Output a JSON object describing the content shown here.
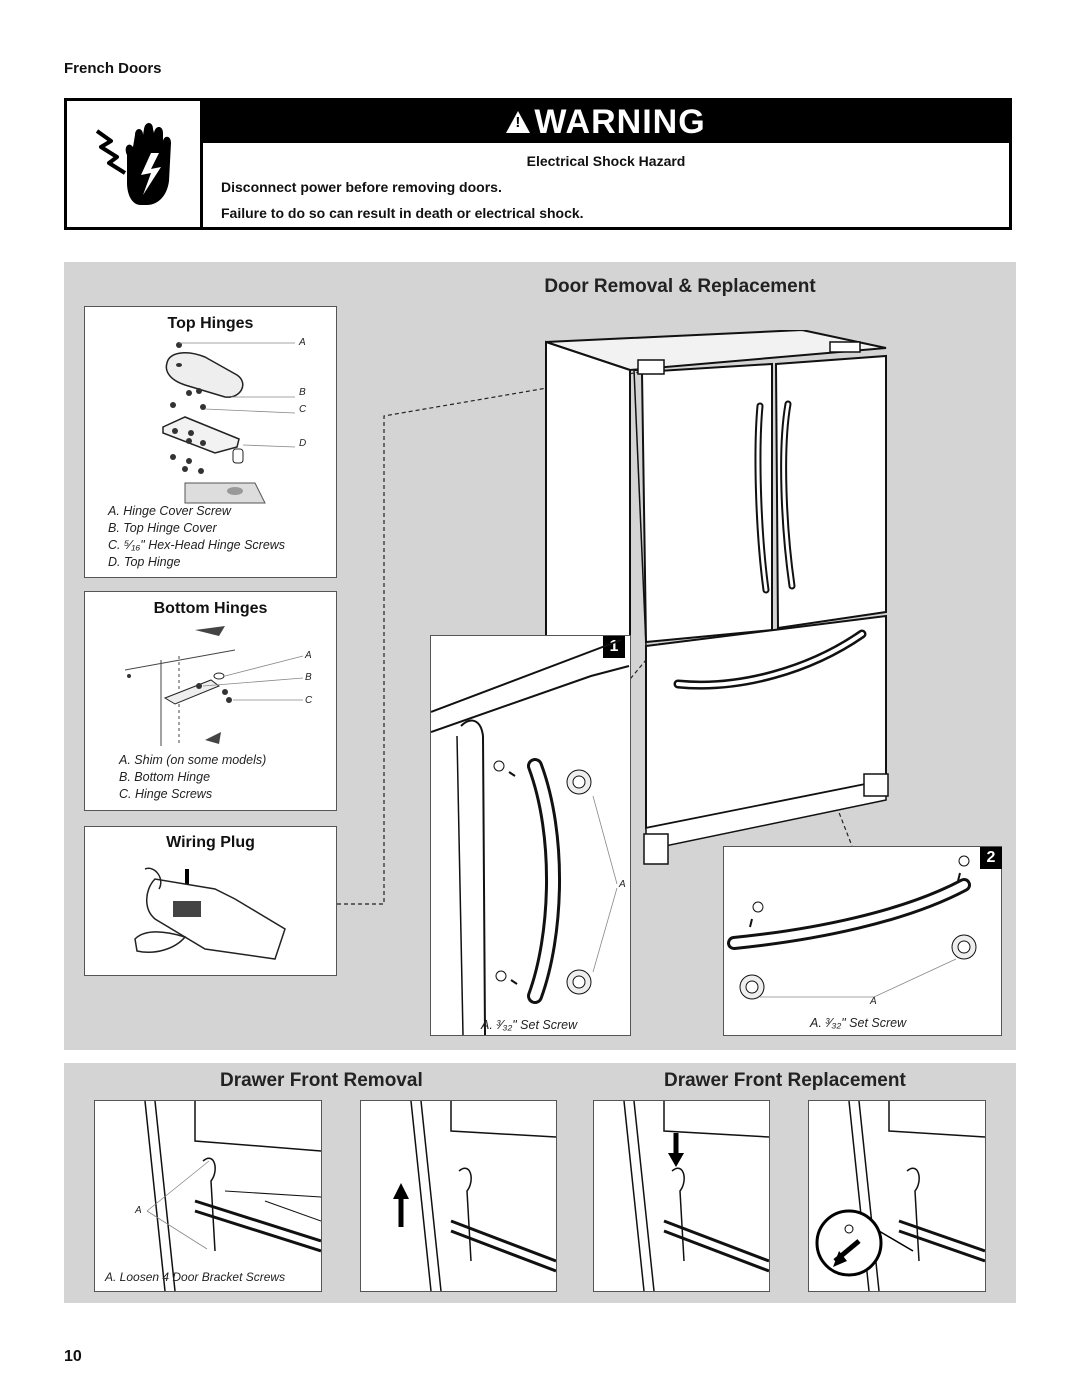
{
  "header": {
    "section": "French Doors"
  },
  "warning": {
    "banner": "WARNING",
    "hazard": "Electrical Shock Hazard",
    "line1": "Disconnect power before removing doors.",
    "line2": "Failure to do so can result in death or electrical shock."
  },
  "door_removal": {
    "title": "Door Removal & Replacement",
    "top_hinges": {
      "title": "Top Hinges",
      "callouts": [
        "A",
        "B",
        "C",
        "D"
      ],
      "legend": [
        "A. Hinge Cover Screw",
        "B. Top Hinge Cover",
        "C. ⁵⁄₁₆\" Hex-Head Hinge Screws",
        "D. Top Hinge"
      ]
    },
    "bottom_hinges": {
      "title": "Bottom Hinges",
      "callouts": [
        "A",
        "B",
        "C"
      ],
      "legend": [
        "A. Shim (on some models)",
        "B. Bottom Hinge",
        "C. Hinge Screws"
      ]
    },
    "wiring_plug": {
      "title": "Wiring Plug"
    },
    "step1": {
      "number": "1",
      "callout": "A",
      "legend": "A. ³⁄₃₂\" Set Screw"
    },
    "step2": {
      "number": "2",
      "callout": "A",
      "legend": "A. ³⁄₃₂\" Set Screw"
    }
  },
  "drawer": {
    "removal_title": "Drawer Front Removal",
    "replacement_title": "Drawer Front Replacement",
    "callout": "A",
    "legend": "A. Loosen 4 Door Bracket Screws"
  },
  "page_number": "10"
}
